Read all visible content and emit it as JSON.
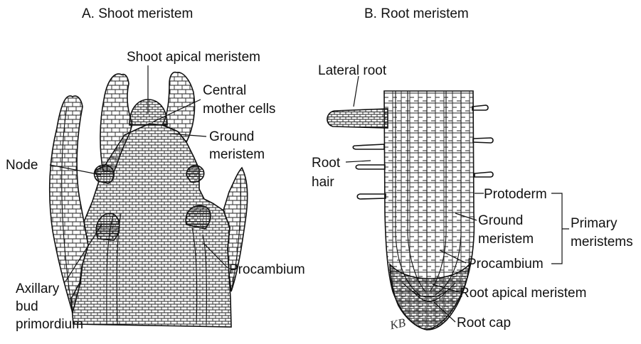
{
  "panels": {
    "shoot": {
      "title": "A. Shoot meristem"
    },
    "root": {
      "title": "B. Root meristem"
    }
  },
  "shoot_labels": {
    "apical": "Shoot apical meristem",
    "central_1": "Central",
    "central_2": "mother cells",
    "ground_1": "Ground",
    "ground_2": "meristem",
    "node": "Node",
    "procambium": "Procambium",
    "axillary_1": "Axillary",
    "axillary_2": "bud",
    "axillary_3": "primordium"
  },
  "root_labels": {
    "lateral": "Lateral root",
    "hair_1": "Root",
    "hair_2": "hair",
    "protoderm": "Protoderm",
    "ground_1": "Ground",
    "ground_2": "meristem",
    "primary_1": "Primary",
    "primary_2": "meristems",
    "procambium": "Procambium",
    "apical": "Root apical meristem",
    "cap": "Root cap",
    "signature": "KB"
  }
}
